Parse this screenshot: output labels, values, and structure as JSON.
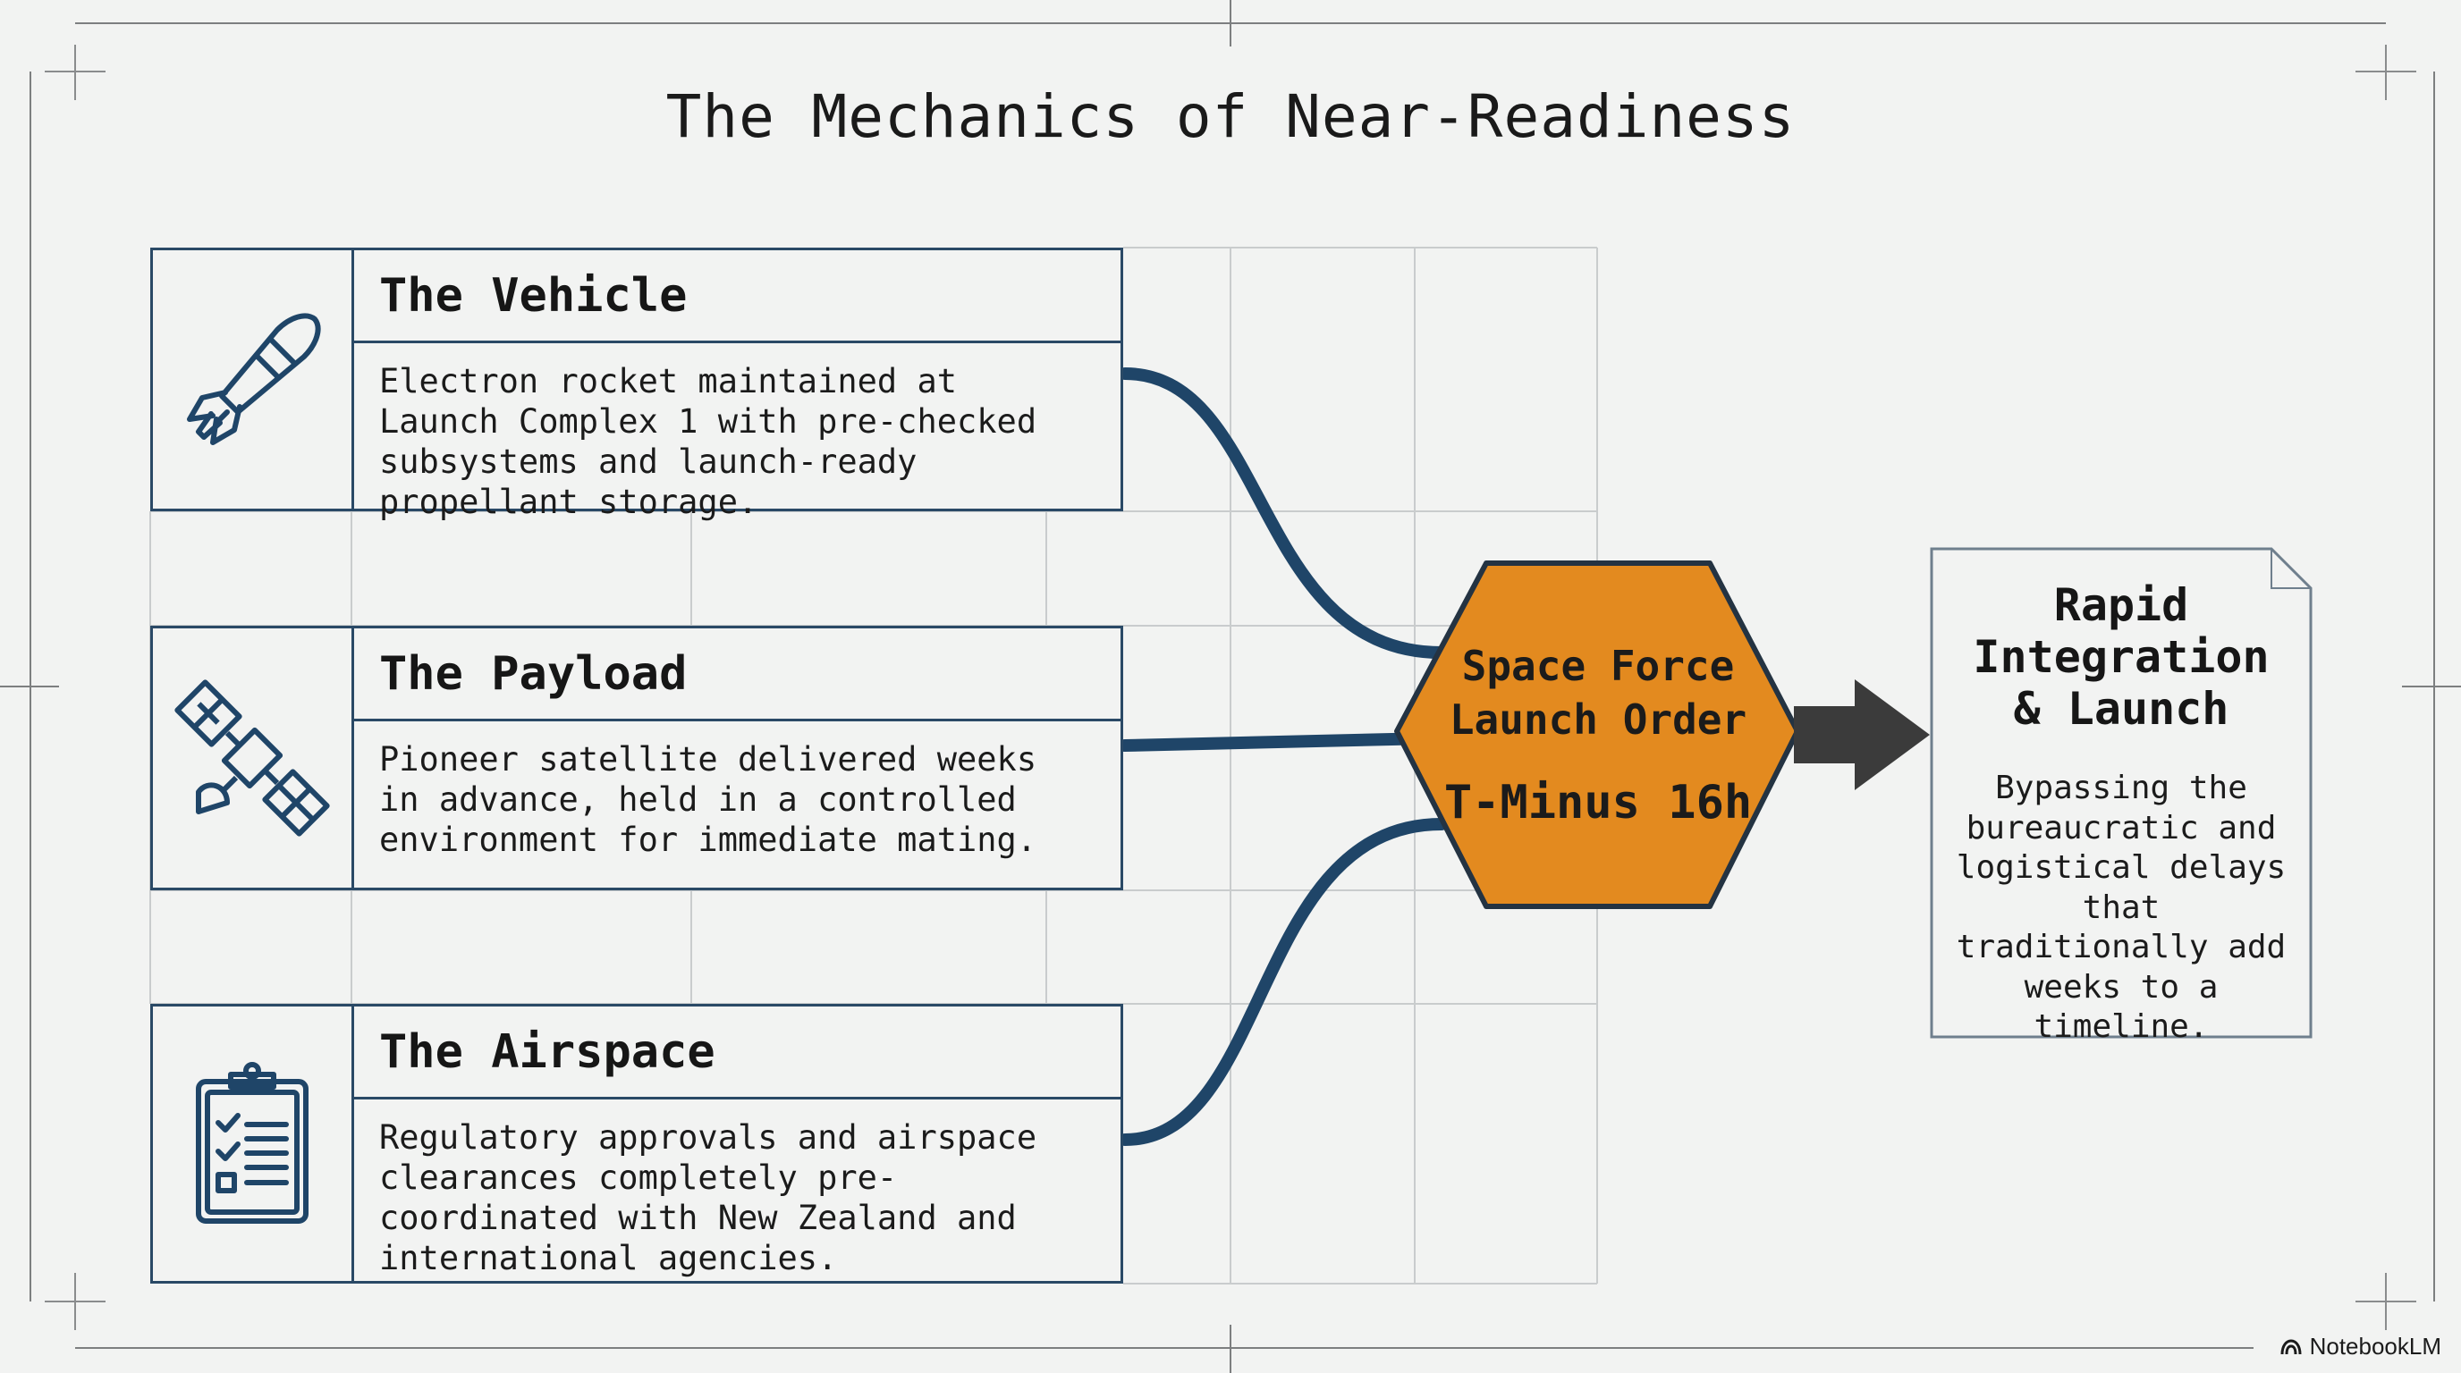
{
  "title": "The Mechanics of Near-Readiness",
  "inputs": [
    {
      "heading": "The Vehicle",
      "body": "Electron rocket maintained at Launch Complex 1 with pre-checked subsystems and launch-ready propellant storage.",
      "icon": "rocket-icon"
    },
    {
      "heading": "The Payload",
      "body": "Pioneer satellite delivered weeks in advance, held in a controlled environment for immediate mating.",
      "icon": "satellite-icon"
    },
    {
      "heading": "The Airspace",
      "body": "Regulatory approvals and airspace clearances completely pre-coordinated with New Zealand and international agencies.",
      "icon": "clipboard-checklist-icon"
    }
  ],
  "hub": {
    "line1": "Space Force",
    "line2": "Launch Order",
    "line3": "T-Minus 16h",
    "color": "#e38a1f"
  },
  "result": {
    "title_lines": [
      "Rapid",
      "Integration",
      "& Launch"
    ],
    "body": "Bypassing the bureaucratic and logistical delays that traditionally add weeks to a timeline."
  },
  "brand": "NotebookLM",
  "colors": {
    "line_navy": "#1f4568",
    "border": "#2a4966",
    "arrow": "#3b3b3b",
    "background": "#f2f3f2"
  }
}
